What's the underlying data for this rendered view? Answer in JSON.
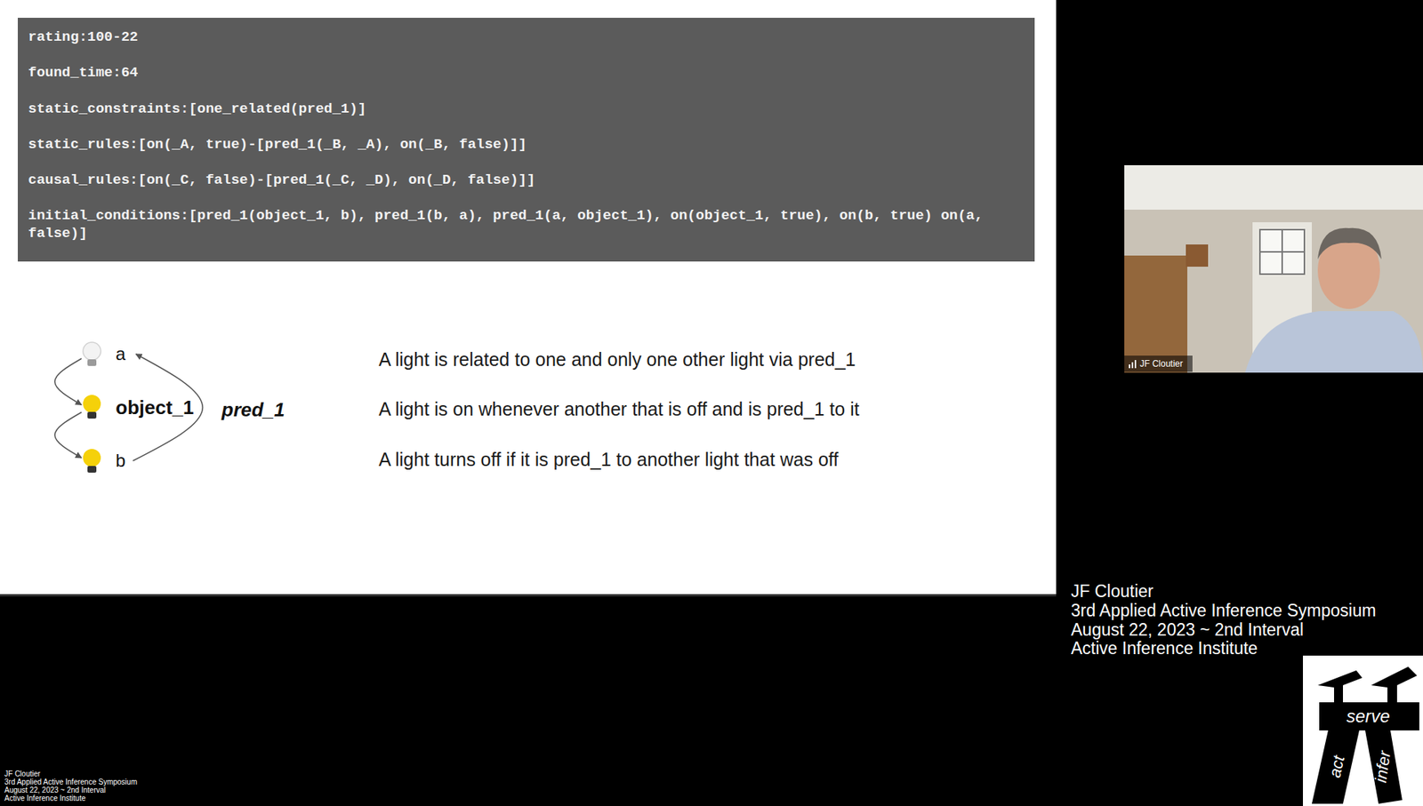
{
  "diagram": {
    "nodes": [
      {
        "text": [
          "a"
        ]
      },
      {
        "text": [
          "object_1"
        ]
      },
      {
        "text": [
          "b"
        ]
      }
    ],
    "edges": [
      {
        "from": 0,
        "to": 1,
        "arrow": "to"
      },
      {
        "from": 1,
        "to": 2,
        "arrow": "to"
      },
      {
        "from": 2,
        "to": 0,
        "arrow": "to"
      }
    ],
    "labels": [
      "pred_1",
      "rating:100-22",
      "found_time:64",
      "static_constraints:[one_related(pred_1)]",
      "static_rules:[on(_A, true)-[pred_1(_B, _A), on(_B, false)]]",
      "causal_rules:[on(_C, false)-[pred_1(_C, _D), on(_D, false)]]",
      "initial_conditions:[pred_1(object_1, b), pred_1(b, a), pred_1(a, object_1), on(object_1, true), on(b, true) on(a, false)]",
      "A light is related to one and only one other light via pred_1",
      "A light is on whenever another that is off and is pred_1 to it",
      "A light turns off if it is pred_1 to another light that was off",
      "JF Cloutier",
      "JF Cloutier",
      "3rd Applied Active Inference Symposium",
      "August 22, 2023 ~ 2nd Interval",
      "Active Inference Institute",
      "JF Cloutier",
      "3rd Applied Active Inference Symposium",
      "August 22, 2023 ~ 2nd Interval",
      "Active Inference Institute",
      "serve",
      "act",
      "infer"
    ]
  }
}
